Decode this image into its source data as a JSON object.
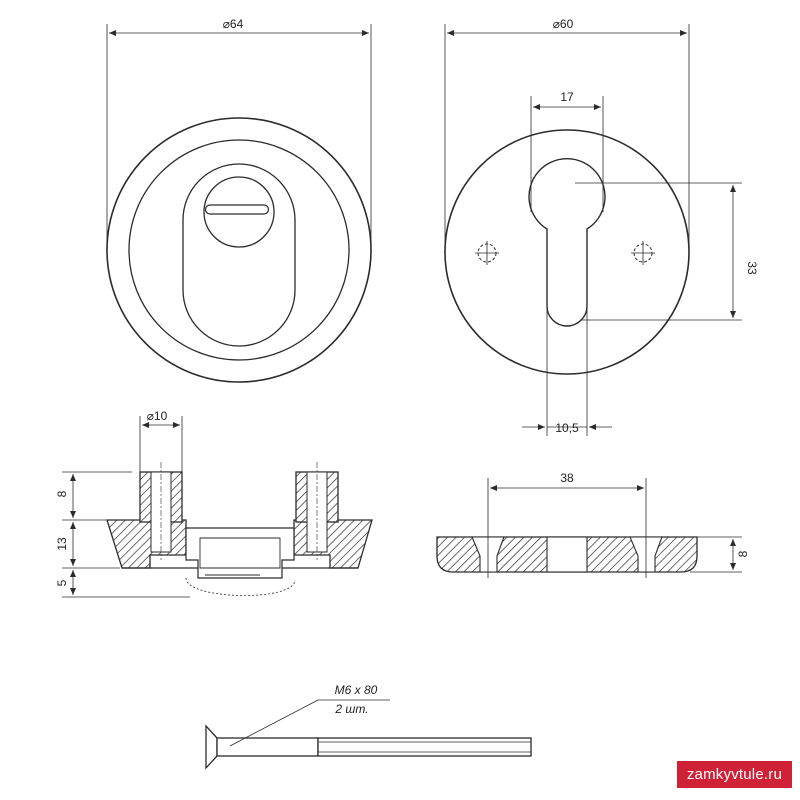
{
  "dimensions": {
    "front_outer_diameter": "⌀64",
    "back_outer_diameter": "⌀60",
    "keyhole_width": "17",
    "keyhole_height": "33",
    "slot_width": "10,5",
    "boss_diameter": "⌀10",
    "boss_height": "8",
    "body_height": "13",
    "base_height": "5",
    "plate_hole_spacing": "38",
    "plate_thickness": "8"
  },
  "screw": {
    "spec": "M6 x 80",
    "quantity": "2 шт."
  },
  "watermark": "zamkyvtule.ru",
  "colors": {
    "line": "#2b2b2b",
    "watermark_bg": "#d02236",
    "watermark_text": "#ffffff"
  }
}
